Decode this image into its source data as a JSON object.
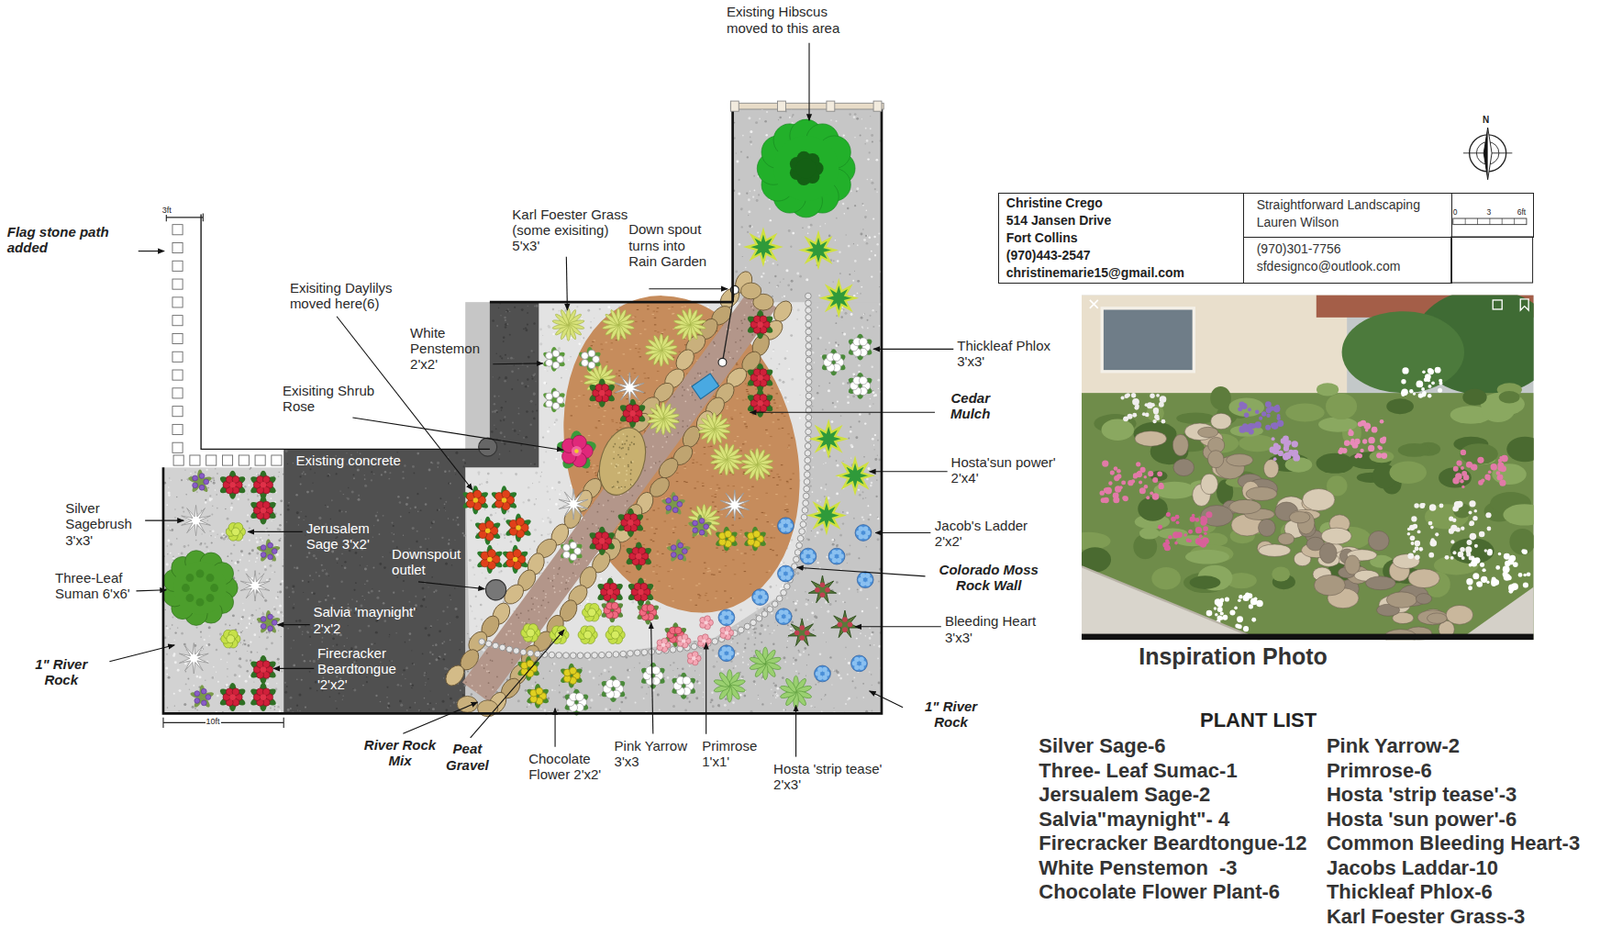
{
  "diagram": {
    "nodes": [
      {
        "text": [
          "Christine Crego",
          "514 Jansen Drive",
          "Fort Collins",
          "(970)443-2547",
          "christinemarie15@gmail.com"
        ]
      },
      {
        "text": [
          "Straightforward Landscaping",
          "Lauren Wilson"
        ]
      },
      {
        "text": [
          "(970)301-7756",
          "sfdesignco@outlook.com"
        ]
      },
      {
        "text": [
          "0",
          "3",
          "6ft"
        ]
      }
    ],
    "labels": [
      "Existing Hibscus moved to this area",
      "N",
      "Flag stone path added",
      "3ft",
      "Karl Foester Grass (some exisiting) 5'x3'",
      "Down spout turns into Rain Garden",
      "Exisiting Daylilys moved here(6)",
      "White Penstemon 2'x2'",
      "Thickleaf Phlox 3'x3'",
      "Exisiting Shrub Rose",
      "Cedar Mulch",
      "Existing concrete",
      "Hosta'sun power' 2'x4'",
      "Silver Sagebrush 3'x3'",
      "Jerusalem Sage 3'x2'",
      "Jacob's Ladder 2'x2'",
      "Downspout outlet",
      "Colorado Moss Rock Wall",
      "Three-Leaf Suman 6'x6'",
      "Salvia 'maynight' 2'x'2",
      "Bleeding Heart 3'x3'",
      "Firecracker Beardtongue '2'x2'",
      "1\" River Rock",
      "1\" River Rock",
      "10ft",
      "River Rock Mix",
      "Peat Gravel",
      "Pink Yarrow 3'x3",
      "Primrose 1'x1'",
      "Chocolate Flower 2'x2'",
      "Hosta 'strip tease' 2'x3'",
      "Inspiration Photo",
      "PLANT LIST",
      "Silver Sage-6",
      "Three- Leaf Sumac-1",
      "Jersualem Sage-2",
      "Salvia\"maynight\"- 4",
      "Firecracker Beardtongue-12",
      "White Penstemon  -3",
      "Chocolate Flower Plant-6",
      "Pink Yarrow-2",
      "Primrose-6",
      "Hosta 'strip tease'-3",
      "Hosta 'sun power'-6",
      "Common Bleeding Heart-3",
      "Jacobs Laddar-10",
      "Thickleaf Phlox-6",
      "Karl Foester Grass-3"
    ]
  }
}
